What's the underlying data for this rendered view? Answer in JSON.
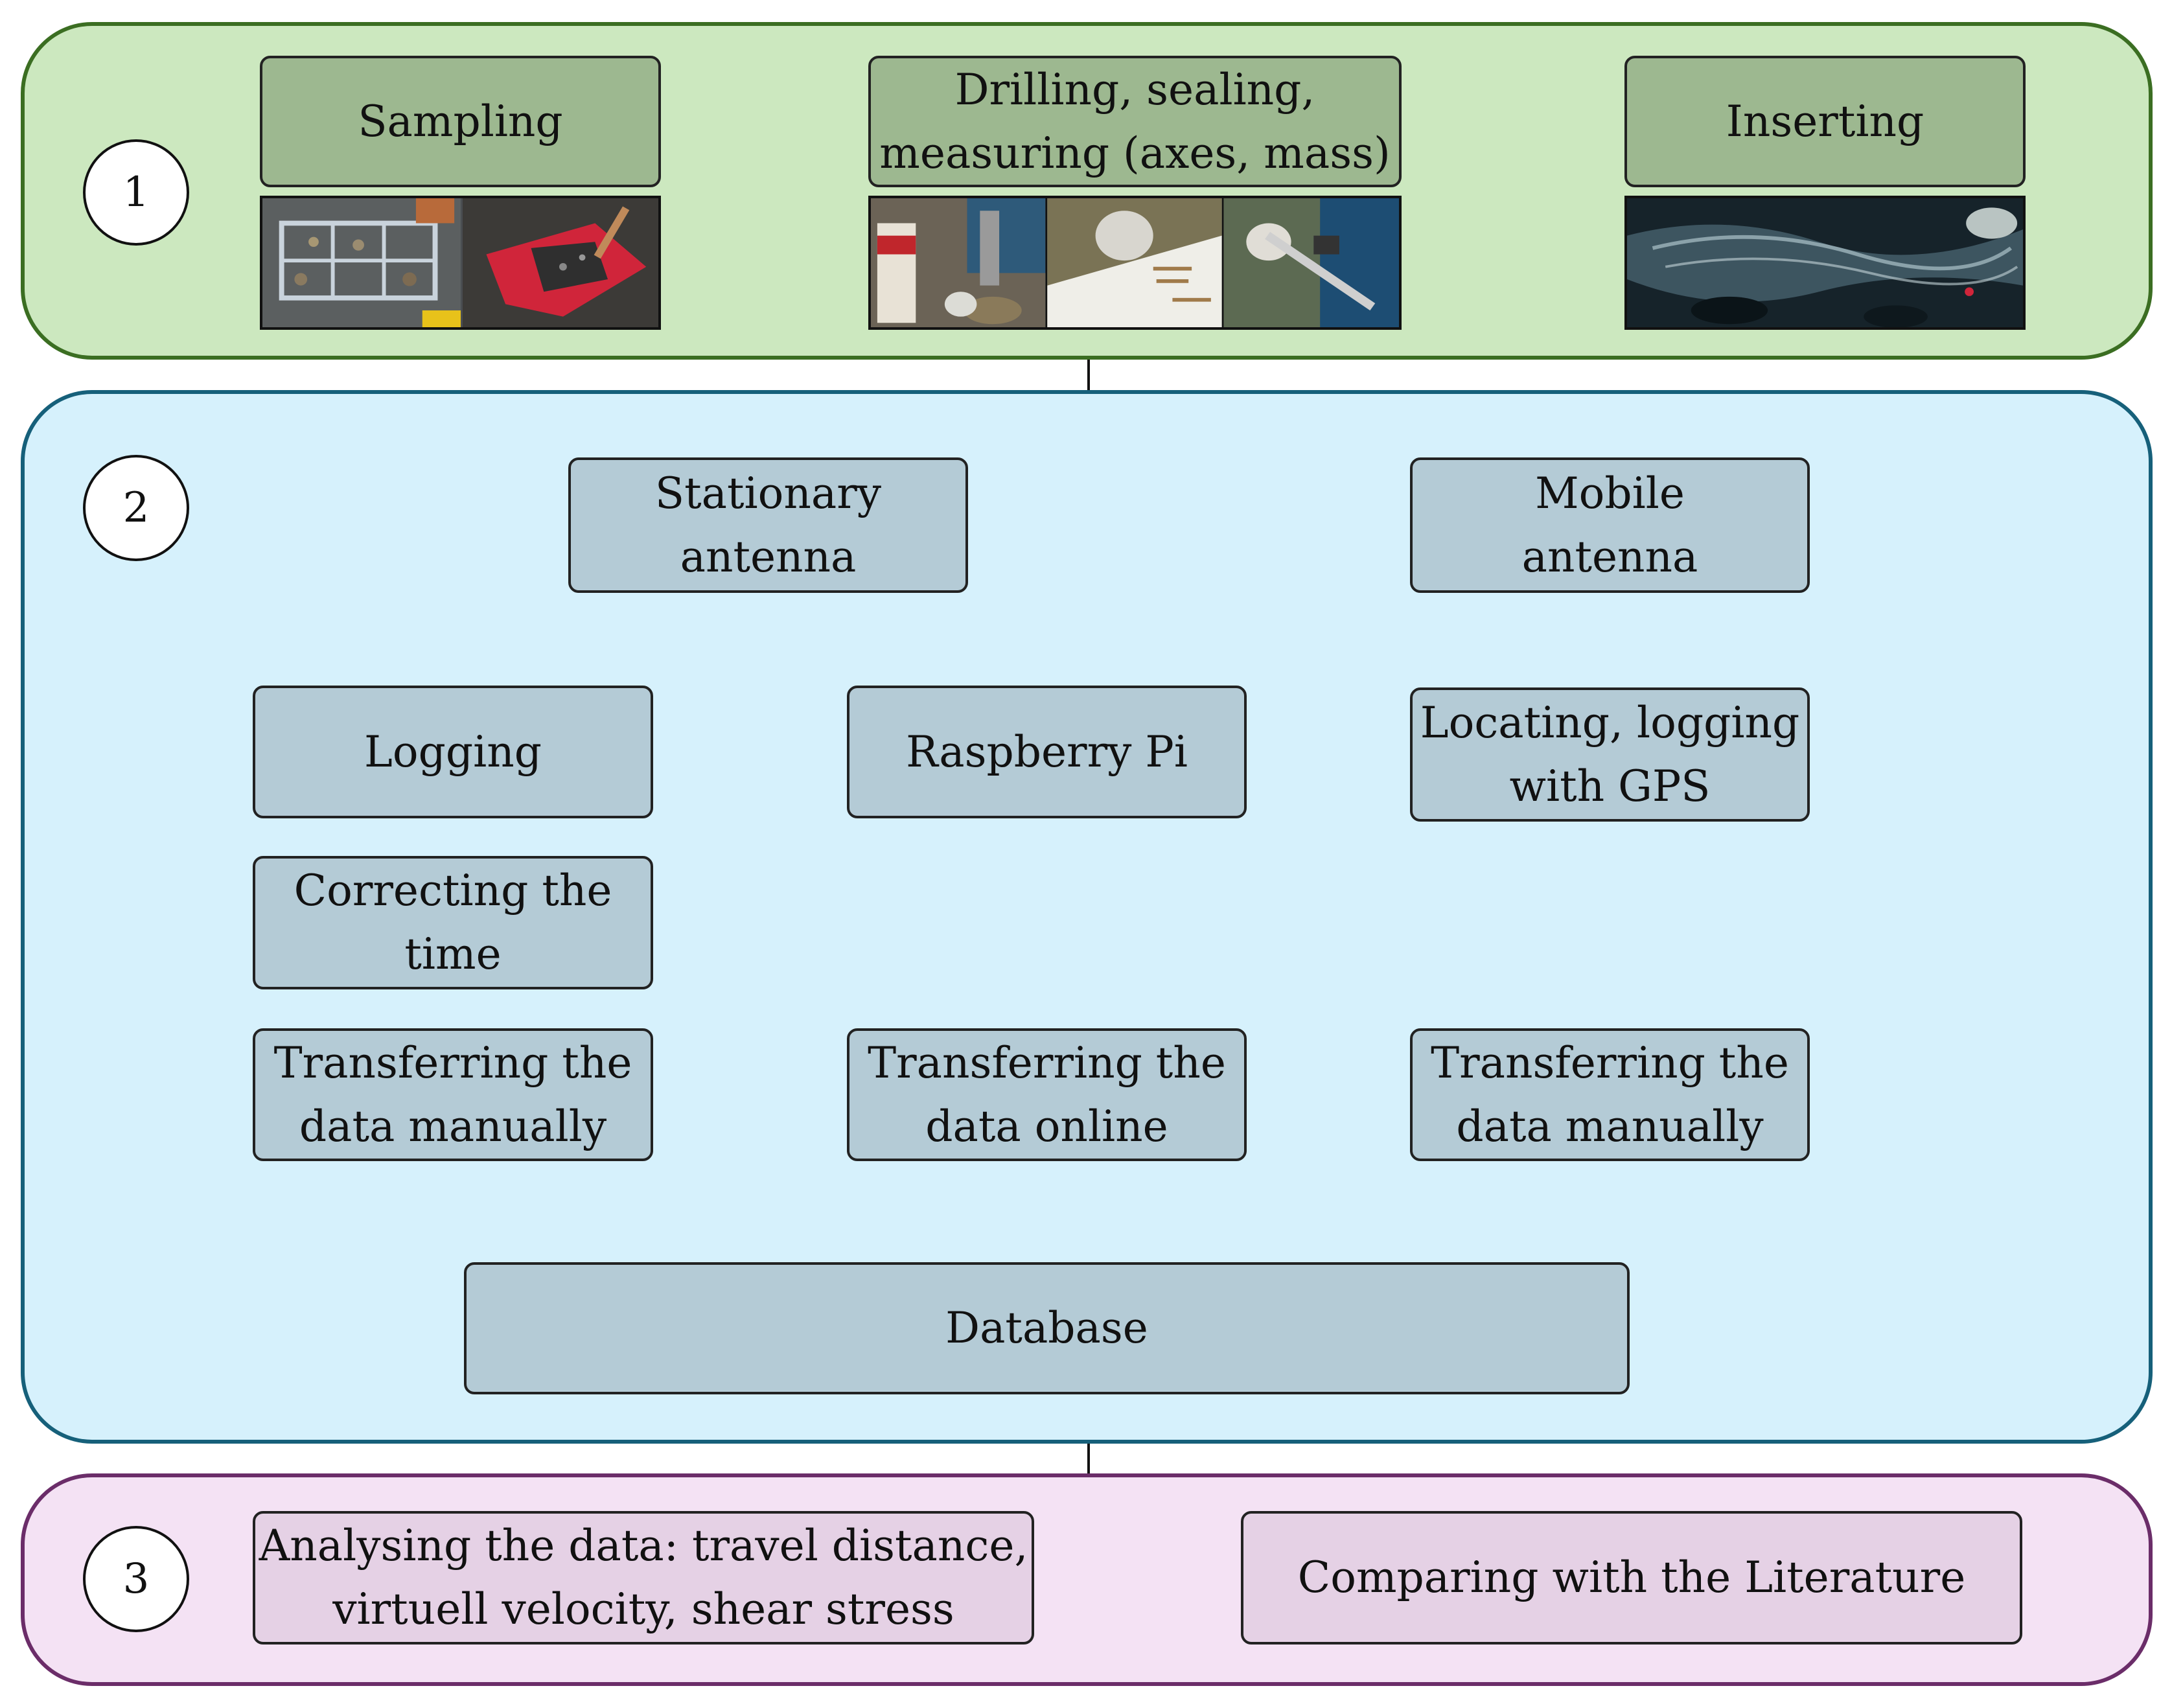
{
  "panels": {
    "step1": {
      "number": "1"
    },
    "step2": {
      "number": "2"
    },
    "step3": {
      "number": "3"
    }
  },
  "boxes": {
    "sampling": "Sampling",
    "drilling": "Drilling, sealing,\nmeasuring (axes, mass)",
    "inserting": "Inserting",
    "stationary_antenna": "Stationary\nantenna",
    "mobile_antenna": "Mobile\nantenna",
    "logging": "Logging",
    "raspberry_pi": "Raspberry Pi",
    "locating_gps": "Locating, logging\nwith GPS",
    "correcting_time": "Correcting the\ntime",
    "transfer_manual_left": "Transferring the\ndata manually",
    "transfer_online": "Transferring the\ndata online",
    "transfer_manual_right": "Transferring the\ndata manually",
    "database": "Database",
    "analysing": "Analysing the data: travel distance,\nvirtuell velocity, shear stress",
    "comparing": "Comparing with the Literature"
  },
  "photos": {
    "sampling": [
      "sampling-grid-photo",
      "sampling-shovel-photo"
    ],
    "drilling": [
      "sealant-tube-photo",
      "tracer-stone-photo",
      "caliper-measurement-photo"
    ],
    "inserting": [
      "river-stream-photo"
    ]
  },
  "colors": {
    "panel1_fill": "#cce8bf",
    "panel1_border": "#3b6e22",
    "panel2_fill": "#d6f1fc",
    "panel2_border": "#16607a",
    "panel3_fill": "#f4e2f4",
    "panel3_border": "#6b2d69",
    "box_green": "#9db890",
    "box_blue": "#b4cbd6",
    "box_purple": "#e5d1e5"
  }
}
